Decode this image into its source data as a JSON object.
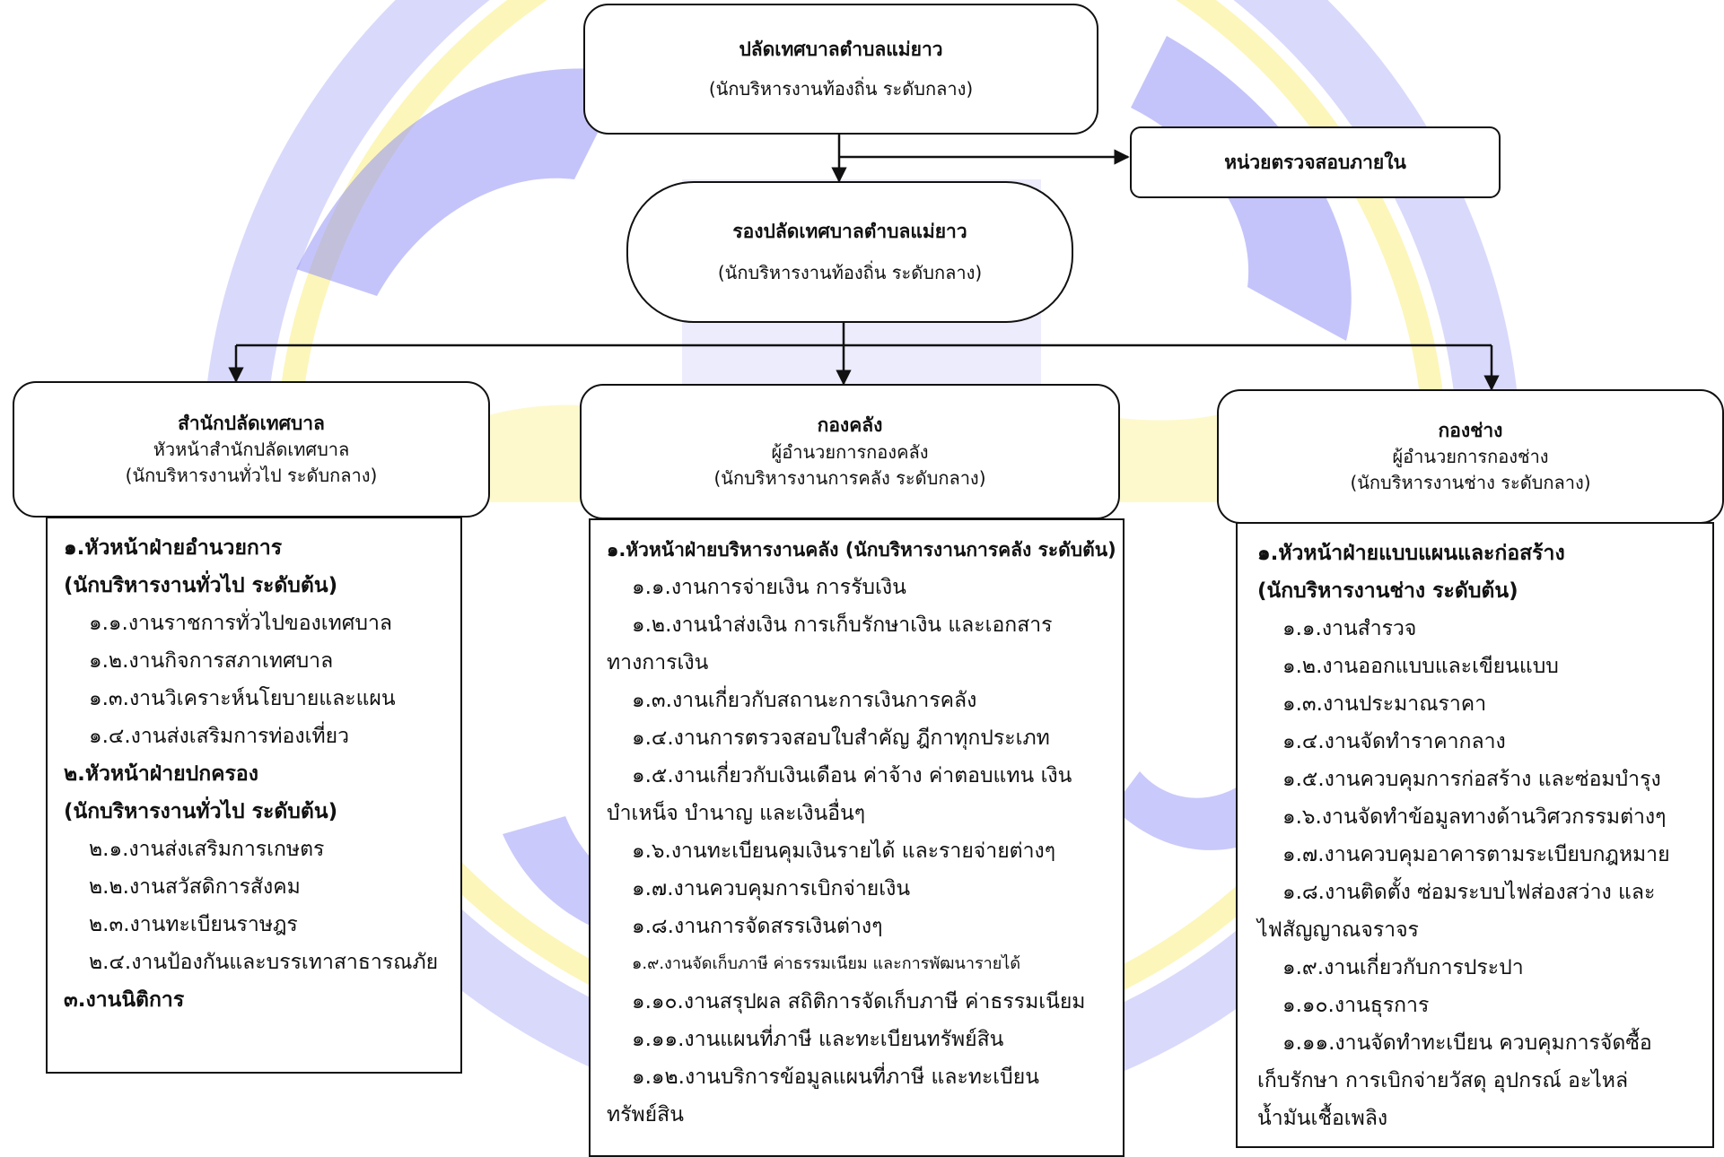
{
  "colors": {
    "watermark_blue": "#3c3cf0",
    "watermark_yellow": "#f6e74a",
    "line": "#111111"
  },
  "top": {
    "clerk": {
      "title": "ปลัดเทศบาลตำบลแม่ยาว",
      "subtitle": "(นักบริหารงานท้องถิ่น ระดับกลาง)"
    },
    "internal_audit": "หน่วยตรวจสอบภายใน",
    "deputy": {
      "title": "รองปลัดเทศบาลตำบลแม่ยาว",
      "subtitle": "(นักบริหารงานท้องถิ่น ระดับกลาง)"
    }
  },
  "divisions": {
    "office": {
      "title": "สำนักปลัดเทศบาล",
      "head": "หัวหน้าสำนักปลัดเทศบาล",
      "level": "(นักบริหารงานทั่วไป ระดับกลาง)",
      "items": [
        {
          "text": "๑.หัวหน้าฝ่ายอำนวยการ",
          "kind": "head"
        },
        {
          "text": "(นักบริหารงานทั่วไป ระดับต้น)",
          "kind": "head"
        },
        {
          "text": "๑.๑.งานราชการทั่วไปของเทศบาล",
          "kind": "sub"
        },
        {
          "text": "๑.๒.งานกิจการสภาเทศบาล",
          "kind": "sub"
        },
        {
          "text": "๑.๓.งานวิเคราะห์นโยบายและแผน",
          "kind": "sub"
        },
        {
          "text": "๑.๔.งานส่งเสริมการท่องเที่ยว",
          "kind": "sub"
        },
        {
          "text": "๒.หัวหน้าฝ่ายปกครอง",
          "kind": "head"
        },
        {
          "text": "(นักบริหารงานทั่วไป ระดับต้น)",
          "kind": "head"
        },
        {
          "text": "๒.๑.งานส่งเสริมการเกษตร",
          "kind": "sub"
        },
        {
          "text": "๒.๒.งานสวัสดิการสังคม",
          "kind": "sub"
        },
        {
          "text": "๒.๓.งานทะเบียนราษฎร",
          "kind": "sub"
        },
        {
          "text": "๒.๔.งานป้องกันและบรรเทาสาธารณภัย",
          "kind": "sub"
        },
        {
          "text": "๓.งานนิติการ",
          "kind": "head"
        }
      ]
    },
    "finance": {
      "title": "กองคลัง",
      "head": "ผู้อำนวยการกองคลัง",
      "level": "(นักบริหารงานการคลัง ระดับกลาง)",
      "items": [
        {
          "text": "๑.หัวหน้าฝ่ายบริหารงานคลัง (นักบริหารงานการคลัง ระดับต้น)",
          "kind": "head"
        },
        {
          "text": "๑.๑.งานการจ่ายเงิน การรับเงิน",
          "kind": "sub"
        },
        {
          "text": "๑.๒.งานนำส่งเงิน การเก็บรักษาเงิน และเอกสาร",
          "kind": "sub"
        },
        {
          "text": "ทางการเงิน",
          "kind": "cont"
        },
        {
          "text": "๑.๓.งานเกี่ยวกับสถานะการเงินการคลัง",
          "kind": "sub"
        },
        {
          "text": "๑.๔.งานการตรวจสอบใบสำคัญ ฎีกาทุกประเภท",
          "kind": "sub"
        },
        {
          "text": "๑.๕.งานเกี่ยวกับเงินเดือน ค่าจ้าง ค่าตอบแทน เงิน",
          "kind": "sub"
        },
        {
          "text": "บำเหน็จ บำนาญ และเงินอื่นๆ",
          "kind": "cont"
        },
        {
          "text": "๑.๖.งานทะเบียนคุมเงินรายได้ และรายจ่ายต่างๆ",
          "kind": "sub"
        },
        {
          "text": "๑.๗.งานควบคุมการเบิกจ่ายเงิน",
          "kind": "sub"
        },
        {
          "text": "๑.๘.งานการจัดสรรเงินต่างๆ",
          "kind": "sub"
        },
        {
          "text": "๑.๙.งานจัดเก็บภาษี ค่าธรรมเนียม และการพัฒนารายได้",
          "kind": "sub small"
        },
        {
          "text": "๑.๑๐.งานสรุปผล สถิติการจัดเก็บภาษี ค่าธรรมเนียม",
          "kind": "sub"
        },
        {
          "text": "๑.๑๑.งานแผนที่ภาษี และทะเบียนทรัพย์สิน",
          "kind": "sub"
        },
        {
          "text": "๑.๑๒.งานบริการข้อมูลแผนที่ภาษี และทะเบียน",
          "kind": "sub"
        },
        {
          "text": "ทรัพย์สิน",
          "kind": "cont"
        }
      ]
    },
    "engineering": {
      "title": "กองช่าง",
      "head": "ผู้อำนวยการกองช่าง",
      "level": "(นักบริหารงานช่าง ระดับกลาง)",
      "items": [
        {
          "text": "๑.หัวหน้าฝ่ายแบบแผนและก่อสร้าง",
          "kind": "head"
        },
        {
          "text": "(นักบริหารงานช่าง ระดับต้น)",
          "kind": "head"
        },
        {
          "text": "๑.๑.งานสำรวจ",
          "kind": "sub"
        },
        {
          "text": "๑.๒.งานออกแบบและเขียนแบบ",
          "kind": "sub"
        },
        {
          "text": "๑.๓.งานประมาณราคา",
          "kind": "sub"
        },
        {
          "text": "๑.๔.งานจัดทำราคากลาง",
          "kind": "sub"
        },
        {
          "text": "๑.๕.งานควบคุมการก่อสร้าง และซ่อมบำรุง",
          "kind": "sub"
        },
        {
          "text": "๑.๖.งานจัดทำข้อมูลทางด้านวิศวกรรมต่างๆ",
          "kind": "sub"
        },
        {
          "text": "๑.๗.งานควบคุมอาคารตามระเบียบกฎหมาย",
          "kind": "sub"
        },
        {
          "text": "๑.๘.งานติดตั้ง ซ่อมระบบไฟส่องสว่าง และ",
          "kind": "sub"
        },
        {
          "text": "ไฟสัญญาณจราจร",
          "kind": "cont"
        },
        {
          "text": "๑.๙.งานเกี่ยวกับการประปา",
          "kind": "sub"
        },
        {
          "text": "๑.๑๐.งานธุรการ",
          "kind": "sub"
        },
        {
          "text": "๑.๑๑.งานจัดทำทะเบียน ควบคุมการจัดซื้อ",
          "kind": "sub"
        },
        {
          "text": "เก็บรักษา การเบิกจ่ายวัสดุ อุปกรณ์ อะไหล่",
          "kind": "cont"
        },
        {
          "text": "น้ำมันเชื้อเพลิง",
          "kind": "cont"
        }
      ]
    }
  }
}
